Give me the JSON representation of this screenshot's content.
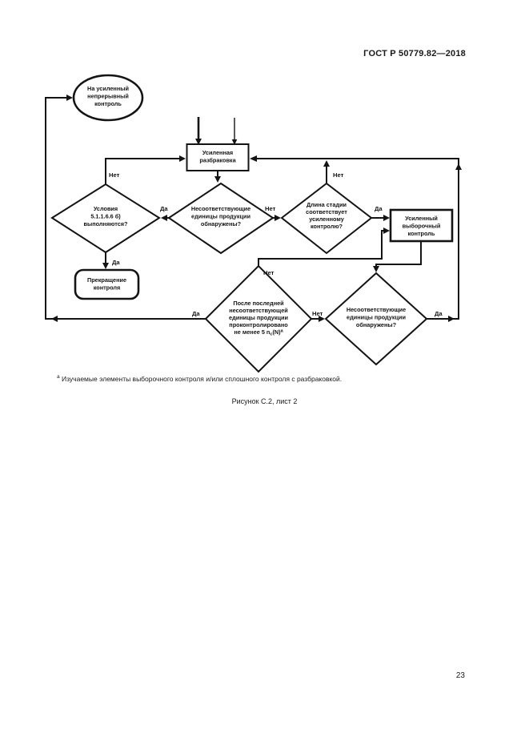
{
  "page": {
    "header": "ГОСТ Р 50779.82—2018",
    "footnote": {
      "marker": "а",
      "text": "Изучаемые элементы выборочного контроля и/или сплошного контроля с разбраковкой."
    },
    "caption": "Рисунок С.2, лист 2",
    "page_number": "23"
  },
  "flowchart": {
    "labels": {
      "yes": "Да",
      "no": "Нет"
    },
    "nodes": {
      "start": {
        "lines": [
          "На усиленный",
          "непрерывный",
          "контроль"
        ]
      },
      "rework": {
        "lines": [
          "Усиленная",
          "разбраковка"
        ]
      },
      "conditions": {
        "lines": [
          "Условия",
          "5.1.1.6.6 б)",
          "выполняются?"
        ]
      },
      "nonconforming_top": {
        "lines": [
          "Несоответствующие",
          "единицы продукции",
          "обнаружены?"
        ]
      },
      "stage_length": {
        "lines": [
          "Длина стадии",
          "соответствует",
          "усиленному",
          "контролю?"
        ]
      },
      "tightened_sampling": {
        "lines": [
          "Усиленный",
          "выборочный",
          "контроль"
        ]
      },
      "stop": {
        "lines": [
          "Прекращение",
          "контроля"
        ]
      },
      "after_last": {
        "lines": [
          "После последней",
          "несоответствующей",
          "единицы продукции",
          "проконтролировано"
        ],
        "formula": {
          "pre": "не менее 5 n",
          "sub": "с",
          "mid": "(N)",
          "sup": "а"
        }
      },
      "nonconforming_bottom": {
        "lines": [
          "Несоответствующие",
          "единицы продукции",
          "обнаружены?"
        ]
      }
    }
  }
}
